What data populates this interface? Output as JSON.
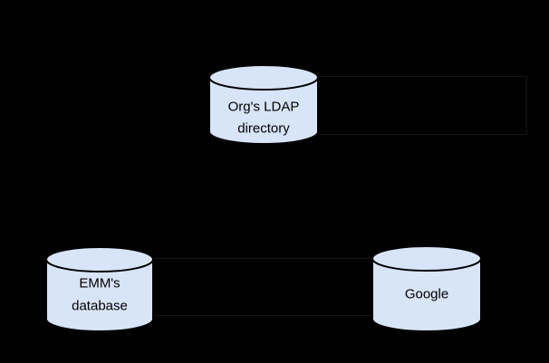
{
  "colors": {
    "background": "#000000",
    "node-fill": "#d8e4f8",
    "node-stroke": "#000000",
    "node-text": "#000000",
    "faint-line": "#161616"
  },
  "diagram": {
    "type": "database-sync-diagram",
    "nodes": {
      "ldap": {
        "shape": "cylinder",
        "lines": [
          "Org's LDAP",
          "directory"
        ]
      },
      "emm": {
        "shape": "cylinder",
        "lines": [
          "EMM's",
          "database"
        ]
      },
      "google": {
        "shape": "cylinder",
        "lines": [
          "Google"
        ]
      }
    }
  }
}
